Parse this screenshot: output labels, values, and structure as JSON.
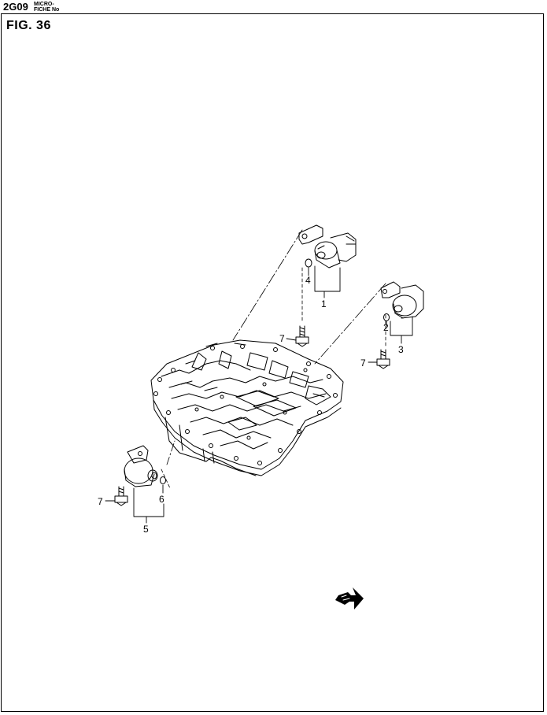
{
  "header": {
    "fiche_code": "2G09",
    "micro_line1": "MICRO-",
    "micro_line2": "FICHE No"
  },
  "figure": {
    "label": "FIG. 36"
  },
  "callouts": {
    "c1": "1",
    "c2": "2",
    "c3": "3",
    "c4": "4",
    "c5": "5",
    "c6": "6",
    "c7a": "7",
    "c7b": "7",
    "c7c": "7"
  }
}
